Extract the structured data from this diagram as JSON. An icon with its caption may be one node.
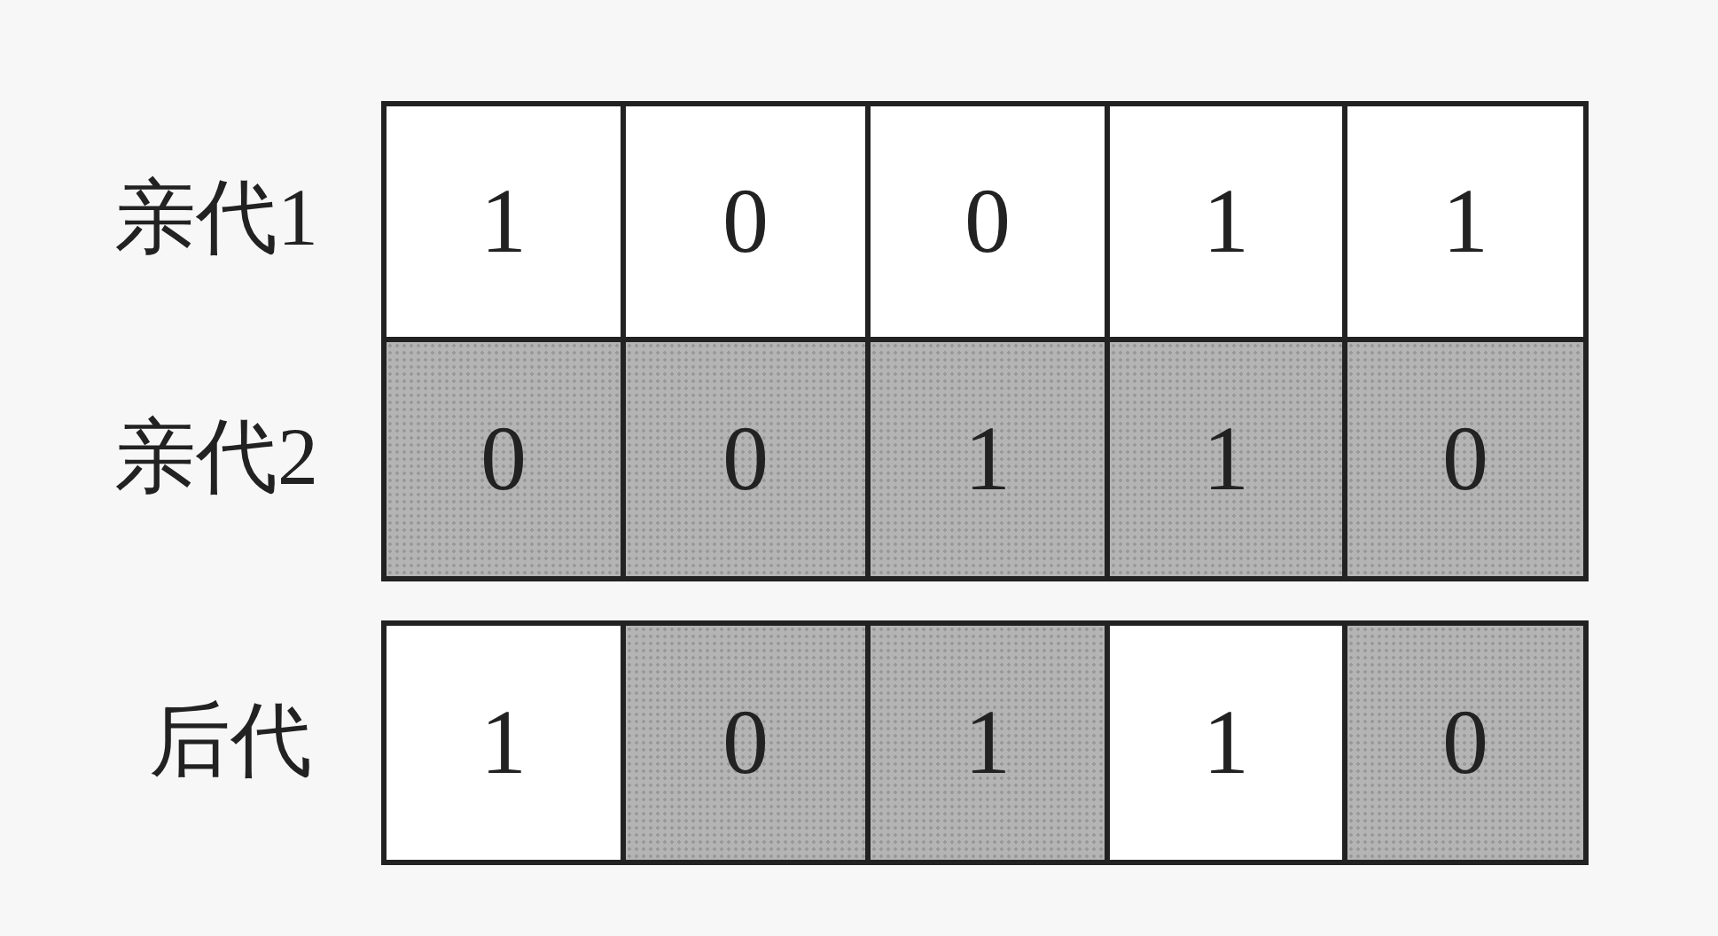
{
  "diagram": {
    "nodes": [
      {
        "text": [
          "1"
        ]
      },
      {
        "text": [
          "0"
        ]
      },
      {
        "text": [
          "0"
        ]
      },
      {
        "text": [
          "1"
        ]
      },
      {
        "text": [
          "1"
        ]
      },
      {
        "text": [
          "0"
        ]
      },
      {
        "text": [
          "0"
        ]
      },
      {
        "text": [
          "1"
        ]
      },
      {
        "text": [
          "1"
        ]
      },
      {
        "text": [
          "0"
        ]
      },
      {
        "text": [
          "1"
        ]
      },
      {
        "text": [
          "0"
        ]
      },
      {
        "text": [
          "1"
        ]
      },
      {
        "text": [
          "1"
        ]
      },
      {
        "text": [
          "0"
        ]
      }
    ],
    "labels": [
      "亲代1",
      "亲代2",
      "后代"
    ]
  }
}
